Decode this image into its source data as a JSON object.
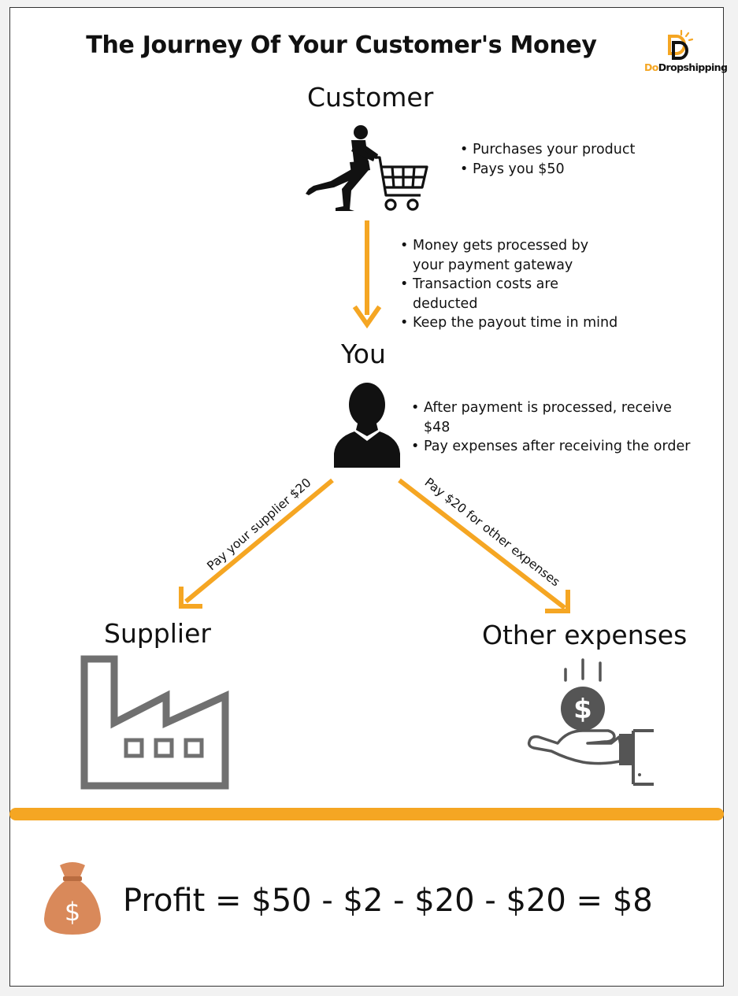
{
  "title": "The Journey Of Your Customer's Money",
  "logo": {
    "text_prefix": "Do",
    "text_rest": "Dropshipping",
    "accent": "#f5a623"
  },
  "colors": {
    "accent": "#f5a623",
    "icon_dark": "#111111",
    "icon_gray": "#707070",
    "money_bag": "#d9895a"
  },
  "customer": {
    "label": "Customer",
    "bullets": [
      "Purchases your product",
      "Pays you $50"
    ]
  },
  "transfer_to_you": {
    "bullets": [
      "Money gets processed by your payment gateway",
      "Transaction costs are deducted",
      "Keep the payout time in mind"
    ]
  },
  "you": {
    "label": "You",
    "bullets": [
      "After payment is processed, receive $48",
      "Pay expenses after receiving the order"
    ]
  },
  "arrows": {
    "to_supplier": "Pay your supplier $20",
    "to_other": "Pay $20 for other expenses"
  },
  "supplier": {
    "label": "Supplier"
  },
  "other_expenses": {
    "label": "Other expenses",
    "coin_symbol": "$"
  },
  "profit": {
    "equation": "Profit = $50 - $2 - $20 - $20 = $8",
    "bag_symbol": "$"
  }
}
